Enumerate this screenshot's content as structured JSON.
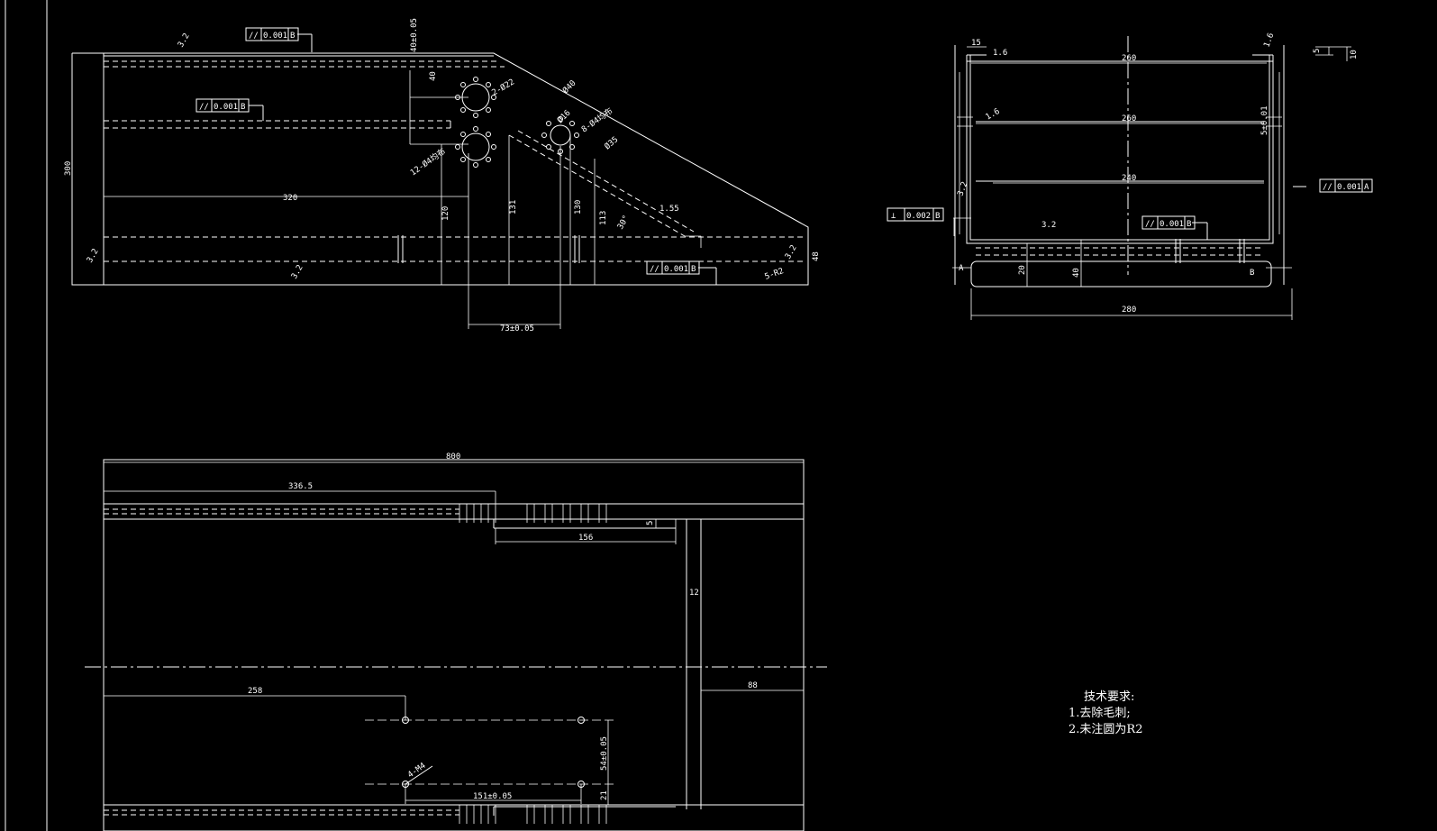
{
  "drawing": {
    "front_view": {
      "dimensions": {
        "height_total": "300",
        "length_320": "320",
        "hole_offset_40": "40",
        "hole_offset_tol": "40±0.05",
        "v120": "120",
        "v131": "131",
        "v130": "130",
        "v113": "113",
        "right_48": "48",
        "spacing": "73±0.05",
        "angle": "30°",
        "chamfer": "1.55"
      },
      "callouts": {
        "holes_2": "2-Ø22",
        "holes_12": "12-Ø4均布",
        "holes_8": "8-Ø4均布",
        "hole_16": "Ø16",
        "c40": "Ø40",
        "c35": "Ø35",
        "r2": "5-R2"
      },
      "tolerances": {
        "t1": {
          "sym": "//",
          "val": "0.001",
          "ref": "B"
        },
        "t2": {
          "sym": "//",
          "val": "0.001",
          "ref": "B"
        },
        "t3": {
          "sym": "//",
          "val": "0.001",
          "ref": "B"
        }
      },
      "roughness": {
        "r1": "3.2",
        "r2": "3.2",
        "r3": "3.2",
        "r4": "3.2"
      }
    },
    "side_view": {
      "dimensions": {
        "w260a": "260",
        "w260b": "260",
        "w240": "240",
        "w280": "280",
        "t15": "15",
        "h5": "5",
        "h10": "10",
        "slot": "5±0.01",
        "h20": "20",
        "h40": "40"
      },
      "roughness": {
        "r1": "1.6",
        "r2": "1.6",
        "r3": "1.6",
        "r4": "3.2",
        "r5": "3.2"
      },
      "tolerances": {
        "perp": {
          "sym": "⊥",
          "val": "0.002",
          "ref": "B"
        },
        "par1": {
          "sym": "//",
          "val": "0.001",
          "ref": "A"
        },
        "par2": {
          "sym": "//",
          "val": "0.001",
          "ref": "B"
        }
      },
      "datum_a": "A",
      "datum_b": "B"
    },
    "top_view": {
      "dimensions": {
        "len800": "800",
        "len336": "336.5",
        "len156": "156",
        "h5": "5",
        "h12": "12",
        "len258": "258",
        "len88": "88",
        "v54": "54±0.05",
        "v21": "21",
        "len151": "151±0.05"
      },
      "callouts": {
        "m4": "4-M4"
      }
    },
    "notes": {
      "title": "技术要求:",
      "line1": "1.去除毛刺;",
      "line2": "2.未注圆为R2"
    }
  }
}
